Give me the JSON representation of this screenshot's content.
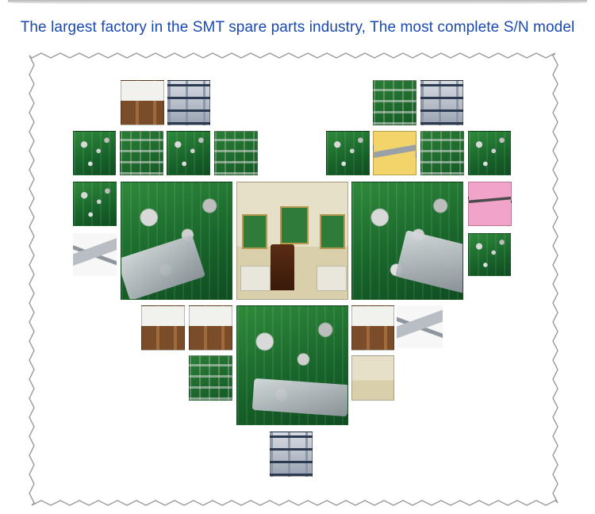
{
  "header": {
    "headline": "The largest factory in the SMT spare parts industry, The most complete S/N model"
  },
  "colors": {
    "headline": "#1a49b4",
    "frame_border": "#999999",
    "background": "#ffffff"
  },
  "collage": {
    "shape": "heart",
    "description_icon": "photo-collage"
  }
}
